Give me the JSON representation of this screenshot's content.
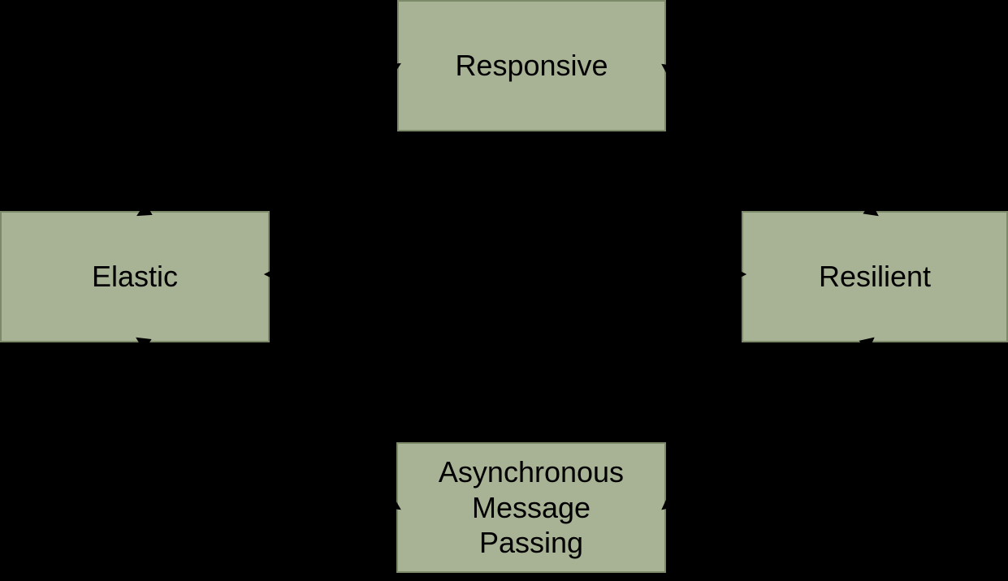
{
  "diagram": {
    "description": "Four-box diagram on black background with black connector arrows (arrow tips visible as small ticks on box edges)",
    "colors": {
      "background": "#000000",
      "node_fill": "#a8b294",
      "node_border": "#7c8a6a",
      "text": "#000000",
      "connector": "#000000"
    },
    "nodes": {
      "responsive": {
        "label": "Responsive",
        "position": "top-center"
      },
      "elastic": {
        "label": "Elastic",
        "position": "middle-left"
      },
      "resilient": {
        "label": "Resilient",
        "position": "middle-right"
      },
      "async_message_passing": {
        "label": "Asynchronous\nMessage\nPassing",
        "position": "bottom-center"
      }
    },
    "edges": [
      {
        "from": "elastic",
        "to": "responsive",
        "style": "double-headed-arrow"
      },
      {
        "from": "resilient",
        "to": "responsive",
        "style": "double-headed-arrow"
      },
      {
        "from": "elastic",
        "to": "resilient",
        "style": "double-headed-arrow"
      },
      {
        "from": "async_message_passing",
        "to": "elastic",
        "style": "double-headed-arrow"
      },
      {
        "from": "async_message_passing",
        "to": "resilient",
        "style": "double-headed-arrow"
      }
    ]
  }
}
